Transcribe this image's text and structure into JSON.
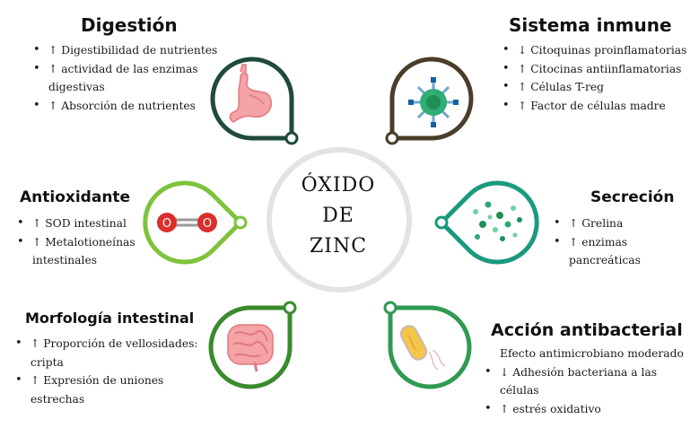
{
  "center": {
    "line1": "ÓXIDO",
    "line2": "DE",
    "line3": "ZINC"
  },
  "colors": {
    "digestion": "#1f4a3c",
    "inmune": "#4a3d2a",
    "antioxidante": "#7dc33b",
    "secrecion": "#1a9a7e",
    "morfologia": "#3b8a2e",
    "antibacterial": "#2e9a52"
  },
  "sections": {
    "digestion": {
      "title": "Digestión",
      "icon": "stomach-icon",
      "items": [
        "↑ Digestibilidad de nutrientes",
        "↑ actividad de las enzimas",
        "digestivas",
        "↑ Absorción de nutrientes"
      ]
    },
    "inmune": {
      "title": "Sistema inmune",
      "icon": "immune-cell-icon",
      "items": [
        "↓ Citoquinas proinflamatorias",
        "↑ Citocinas antiinflamatorias",
        "↑ Células T-reg",
        "↑ Factor de células madre"
      ]
    },
    "antioxidante": {
      "title": "Antioxidante",
      "icon": "oxygen-molecule-icon",
      "items": [
        "↑ SOD intestinal",
        "↑ Metalotioneínas",
        "intestinales"
      ]
    },
    "secrecion": {
      "title": "Secreción",
      "icon": "granules-icon",
      "items": [
        "↑ Grelina",
        "↑ enzimas pancreáticas"
      ]
    },
    "morfologia": {
      "title": "Morfología intestinal",
      "icon": "intestine-icon",
      "items": [
        "↑ Proporción de vellosidades:",
        "cripta",
        "↑ Expresión de uniones estrechas"
      ]
    },
    "antibacterial": {
      "title": "Acción antibacterial",
      "icon": "bacterium-icon",
      "items": [
        "Efecto antimicrobiano moderado",
        "↓ Adhesión bacteriana a las",
        "células",
        "↑ estrés oxidativo"
      ]
    }
  }
}
